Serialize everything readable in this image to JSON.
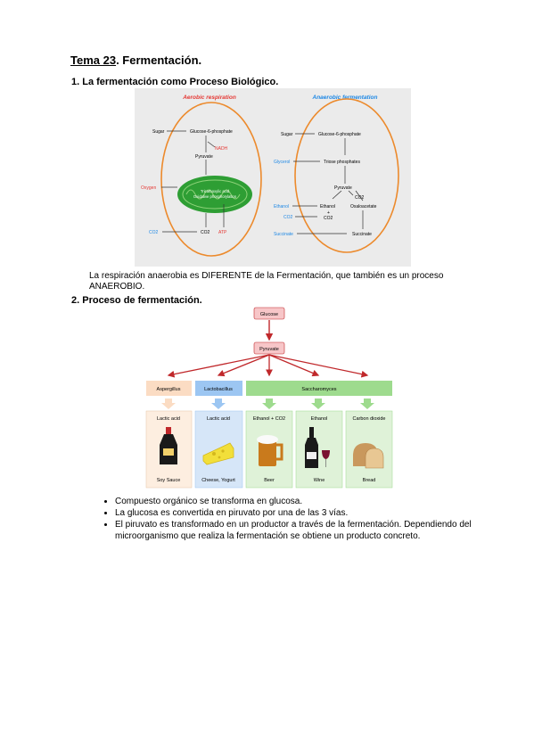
{
  "title": {
    "num": "Tema 23",
    "rest": ". Fermentación."
  },
  "section1": {
    "heading": "1.  La fermentación como Proceso Biológico."
  },
  "figure1": {
    "aerobic_title": "Aerobic respiration",
    "anaerobic_title": "Anaerobic fermentation",
    "aerobic": {
      "sugar": "Sugar",
      "g6p": "Glucose-6-phosphate",
      "nadh": "NADH",
      "pyruvate": "Pyruvate",
      "oxygen": "Oxygen",
      "mito_line1": "Tricarboxylic acid",
      "mito_line2": "Oxidative phosphorylation",
      "co2_left": "CO2",
      "co2": "CO2",
      "atp": "ATP"
    },
    "anaerobic": {
      "sugar": "Sugar",
      "g6p": "Glucose-6-phosphate",
      "glycerol": "Glycerol",
      "triose": "Triose phosphates",
      "pyruvate": "Pyruvate",
      "co2_a": "CO2",
      "ethanol_left": "Ethanol",
      "ethanol": "Ethanol",
      "plus": "+",
      "oxaloacetate": "Oxaloacetate",
      "co2_left": "CO2",
      "co2_b": "CO2",
      "succinate_left": "Succinate",
      "succinate": "Succinate"
    },
    "colors": {
      "red": "#e53935",
      "blue": "#1e88e5",
      "orange": "#ec8a2c",
      "green": "#2e9e34",
      "bg": "#ebebeb"
    }
  },
  "paragraph": "La respiración anaerobia es DIFERENTE de la Fermentación, que también es un proceso ANAEROBIO.",
  "section2": {
    "heading": "2.  Proceso de fermentación."
  },
  "figure2": {
    "glucose": "Glucose",
    "pyruvate": "Pyruvate",
    "organisms": [
      "Aspergillus",
      "Lactobacillus",
      "Saccharomyces"
    ],
    "products": [
      "Lactic acid",
      "Lactic acid",
      "Ethanol + CO2",
      "Ethanol",
      "Carbon dioxide"
    ],
    "foods": [
      "Soy Sauce",
      "Cheese, Yogurt",
      "Beer",
      "Wine",
      "Bread"
    ],
    "icons": [
      "soy-sauce-bottle-icon",
      "cheese-icon",
      "beer-mug-icon",
      "wine-bottle-icon",
      "bread-icon"
    ],
    "colors": {
      "aspergillus": "#fbdcc3",
      "lactobacillus": "#9cc6f2",
      "saccharomyces": "#9edb8e",
      "pink": "#f7c6c8",
      "arrow": "#c0282b"
    }
  },
  "bullets": [
    "Compuesto orgánico se transforma en glucosa.",
    "La glucosa es convertida en piruvato por una de las 3 vías.",
    "El piruvato es transformado en un productor a través de la fermentación. Dependiendo del microorganismo que realiza la fermentación se obtiene un producto concreto."
  ]
}
